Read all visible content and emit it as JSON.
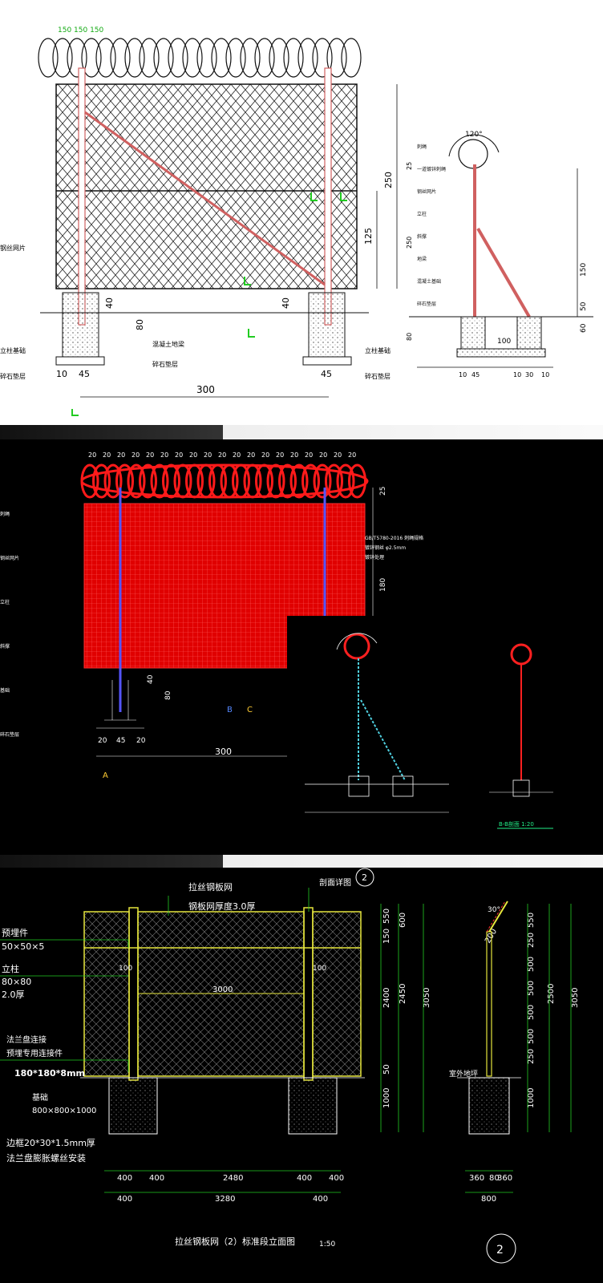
{
  "panel1": {
    "spacing_label": "150 150 150",
    "dims": {
      "post_h": "250",
      "mid_h": "125",
      "base_a": "40",
      "base_b": "80",
      "foot": "10",
      "wid_a": "45",
      "width": "300",
      "tiny": "10"
    },
    "callouts": {
      "mesh": "钢丝网片",
      "concrete": "混凝土地梁",
      "gravel": "碎石垫层",
      "post_base": "立柱基础",
      "gravel_left": "碎石垫层",
      "base_left": "立柱基础"
    },
    "section": {
      "angle": "120°",
      "h1": "25",
      "h2": "250",
      "h3": "150",
      "h4": "50",
      "h5": "60",
      "h6": "80",
      "w1": "100",
      "w2": "10",
      "w3": "45",
      "w4": "10",
      "w5": "30",
      "w6": "10",
      "labels": [
        "刺绳",
        "一道镀锌刺绳",
        "钢丝网片",
        "立柱",
        "斜撑",
        "地梁",
        "混凝土基础",
        "碎石垫层"
      ]
    }
  },
  "panel2": {
    "top_ticks": [
      "20",
      "20",
      "20",
      "20",
      "20",
      "20",
      "20",
      "20",
      "20",
      "20",
      "20",
      "20",
      "20",
      "20",
      "20",
      "20",
      "20",
      "20",
      "20"
    ],
    "dims": {
      "top": "25",
      "mid": "180",
      "base1": "40",
      "base2": "80",
      "foot1": "20",
      "foot2": "45",
      "foot3": "20",
      "width": "300"
    },
    "labels": {
      "A": "A",
      "B": "B",
      "C": "C"
    },
    "note_lines": [
      "GB/T5780-2016 刺绳规格",
      "镀锌钢丝 φ2.5mm",
      "镀锌处理"
    ],
    "left_notes": [
      "刺绳",
      "钢丝网片",
      "立柱",
      "斜撑",
      "基础",
      "碎石垫层"
    ],
    "detail_caption": "B-B剖面 1:20"
  },
  "panel3": {
    "mesh_label": "拉丝钢板网",
    "mesh_thickness": "钢板网厚度3.0厚",
    "section_ref": "剖面详图",
    "circle_num": "2",
    "embed_label": "预埋件",
    "embed_size": "50×50×5",
    "post_label": "立柱",
    "post_size": "80×80",
    "post_thick": "2.0厚",
    "flange_label": "法兰盘连接",
    "flange_sub": "预埋专用连接件",
    "flange_size": "180*180*8mm",
    "found_label": "基础",
    "found_size": "800×800×1000",
    "frame_note": "边框20*30*1.5mm厚",
    "install_note": "法兰盘膨胀螺丝安装",
    "span_inner": "3000",
    "gap_l": "100",
    "gap_r": "100",
    "ground": "室外地坪",
    "angle": "30°",
    "bottom_dims": [
      "400",
      "400",
      "2480",
      "400",
      "400"
    ],
    "total_dims": [
      "400",
      "3280",
      "400"
    ],
    "v_left": [
      "550",
      "150",
      "2400",
      "50",
      "1000"
    ],
    "v_left2": [
      "600",
      "2450",
      "3050"
    ],
    "v_right": [
      "550",
      "250",
      "500",
      "500",
      "500",
      "500",
      "250",
      "1000"
    ],
    "v_right2": [
      "2500",
      "3050"
    ],
    "arm": "200",
    "sec_w": [
      "360",
      "80",
      "360"
    ],
    "sec_total": "800",
    "title": "拉丝钢板网（2）标准段立面图",
    "scale": "1:50",
    "circle_bottom": "2"
  },
  "colors": {
    "red": "#ff2020",
    "yellow": "#e6e63c",
    "green": "#22cc22",
    "cyan": "#00d8e0",
    "pink": "#e08a80",
    "blue": "#3355ff"
  }
}
